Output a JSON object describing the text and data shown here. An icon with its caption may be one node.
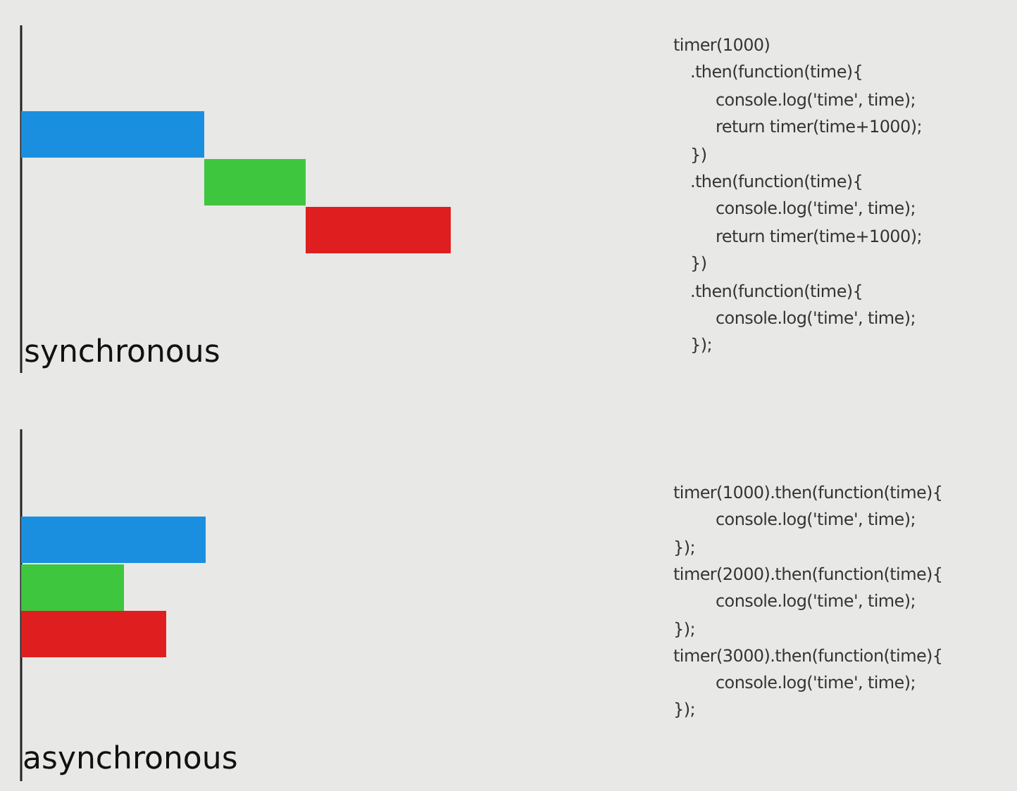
{
  "diagram": {
    "labels": [
      "timer(1000)",
      ".then(function(time){",
      "console.log('time', time);",
      "return timer(time+1000);",
      "})",
      ".then(function(time){",
      "console.log('time', time);",
      "return timer(time+1000);",
      "})",
      ".then(function(time){",
      "console.log('time', time);",
      "});",
      "synchronous",
      "timer(1000).then(function(time){",
      "console.log('time', time);",
      "});",
      "timer(2000).then(function(time){",
      "console.log('time', time);",
      "});",
      "timer(3000).then(function(time){",
      "console.log('time', time);",
      "});",
      "asynchronous"
    ]
  }
}
